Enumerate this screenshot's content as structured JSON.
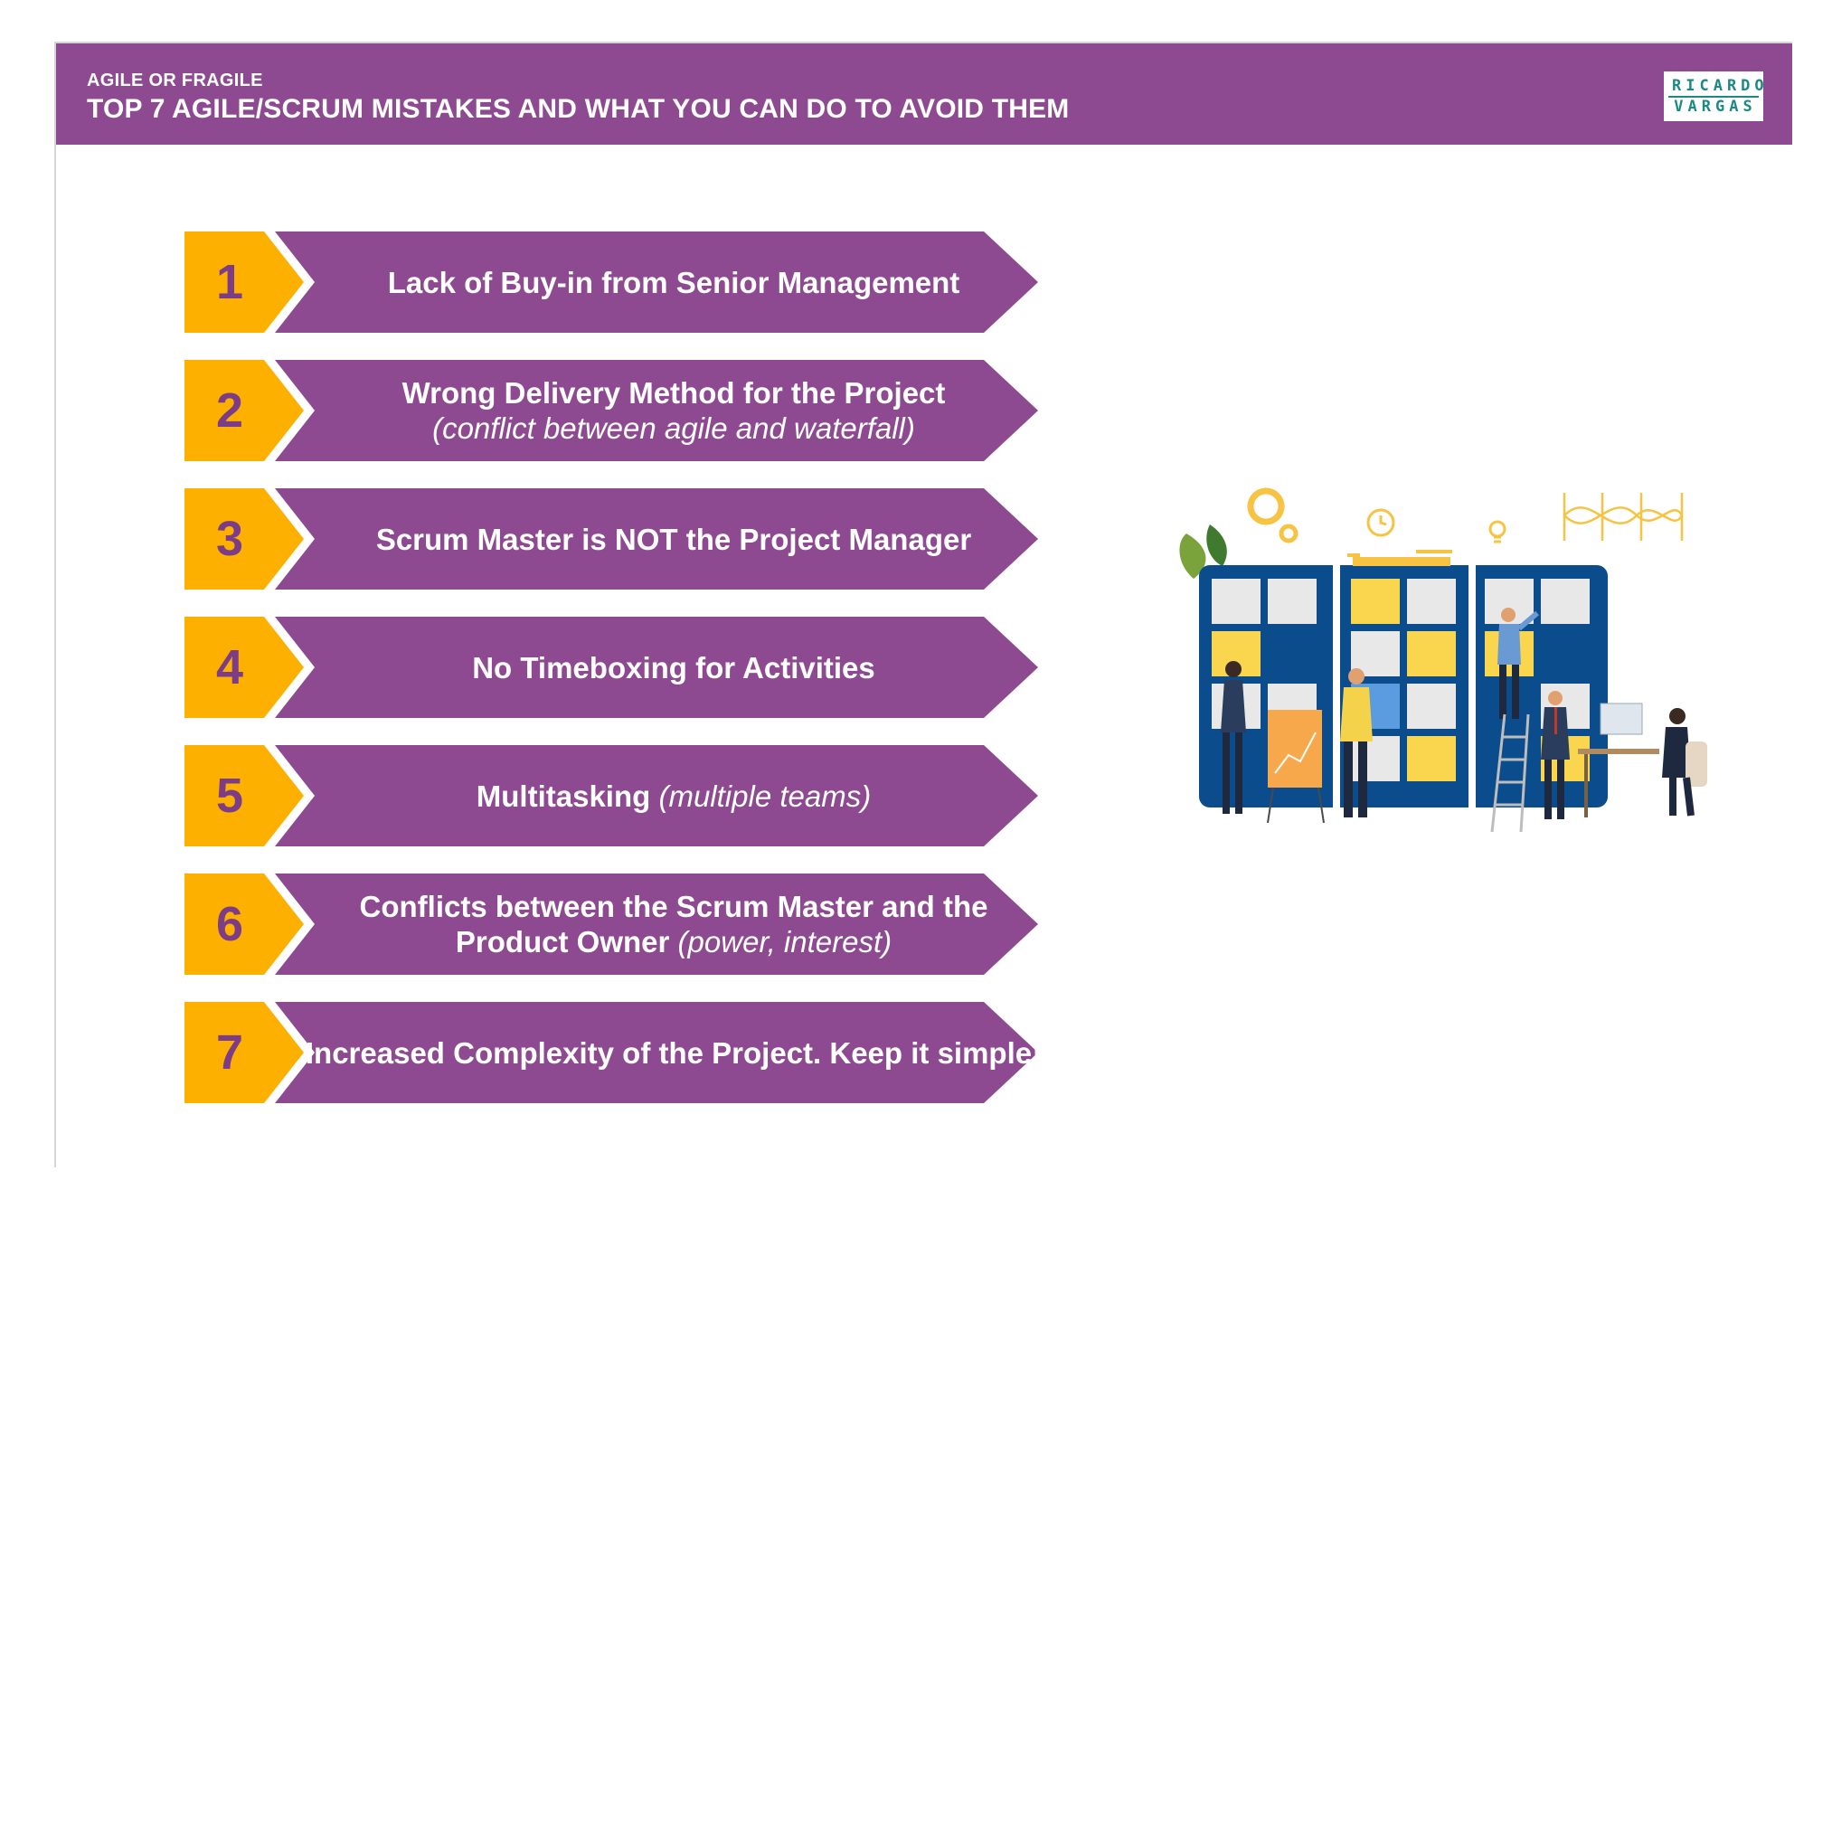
{
  "header": {
    "kicker": "AGILE OR FRAGILE",
    "title": "TOP 7 AGILE/SCRUM MISTAKES AND WHAT YOU CAN DO TO AVOID THEM",
    "logo_line1": "RICARDO",
    "logo_line2": "VARGAS"
  },
  "colors": {
    "header_bg": "#8e4a90",
    "arrow_purple": "#8e4a90",
    "number_badge": "#fdb000",
    "number_text": "#7d3d86",
    "logo_teal": "#1b8a82"
  },
  "mistakes": [
    {
      "number": "1",
      "text": "Lack of Buy-in from Senior Management"
    },
    {
      "number": "2",
      "text": "Wrong Delivery Method for the Project",
      "note": "(conflict between agile and waterfall)"
    },
    {
      "number": "3",
      "text": "Scrum Master is NOT the Project Manager"
    },
    {
      "number": "4",
      "text": "No Timeboxing for Activities"
    },
    {
      "number": "5",
      "text": "Multitasking",
      "note": "(multiple teams)"
    },
    {
      "number": "6",
      "text": "Conflicts between the Scrum Master and the",
      "text2": "Product Owner",
      "note": "(power, interest)"
    },
    {
      "number": "7",
      "text": "Increased Complexity of the Project. Keep it simple!"
    }
  ]
}
